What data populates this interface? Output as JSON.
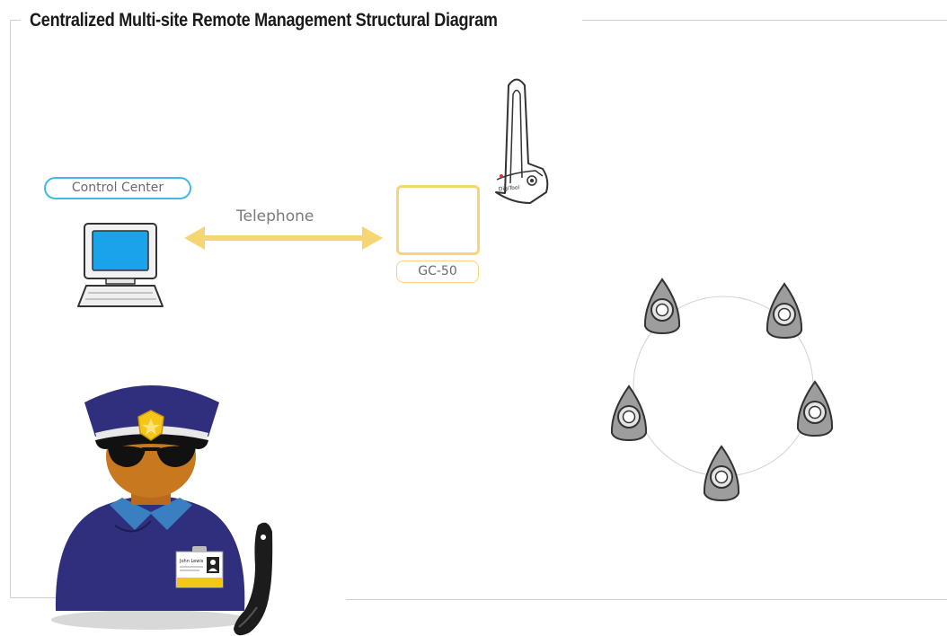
{
  "title": "Centralized Multi-site Remote Management Structural Diagram",
  "nodes": {
    "control_center": "Control Center",
    "link": "Telephone",
    "device": "GC-50",
    "reader_brand": "DigiTool"
  },
  "guard_badge": {
    "name": "John Lewis"
  },
  "colors": {
    "control_center_border": "#41b9e6",
    "link_arrow": "#f6d672",
    "device_border": "#f6d672",
    "guard_uniform": "#2f2f7d",
    "badge_gold": "#f5c518"
  }
}
